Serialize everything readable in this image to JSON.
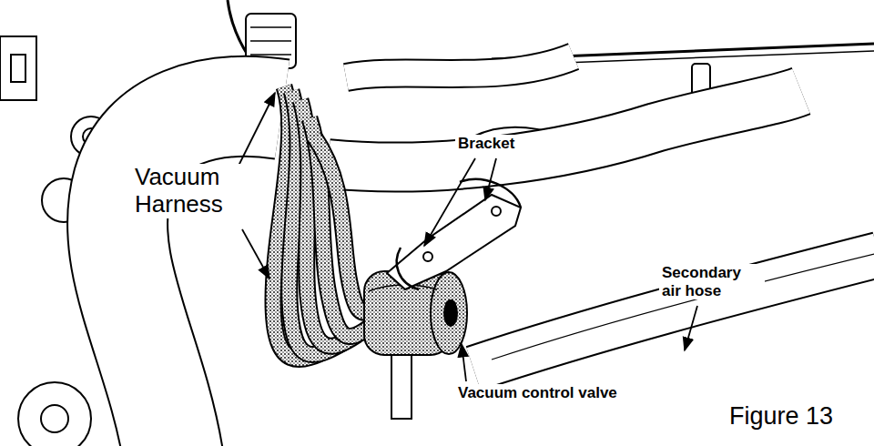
{
  "diagram": {
    "caption": "Figure 13",
    "labels": [
      "Vacuum Harness",
      "Bracket",
      "Secondary air hose",
      "Vacuum control valve"
    ]
  }
}
